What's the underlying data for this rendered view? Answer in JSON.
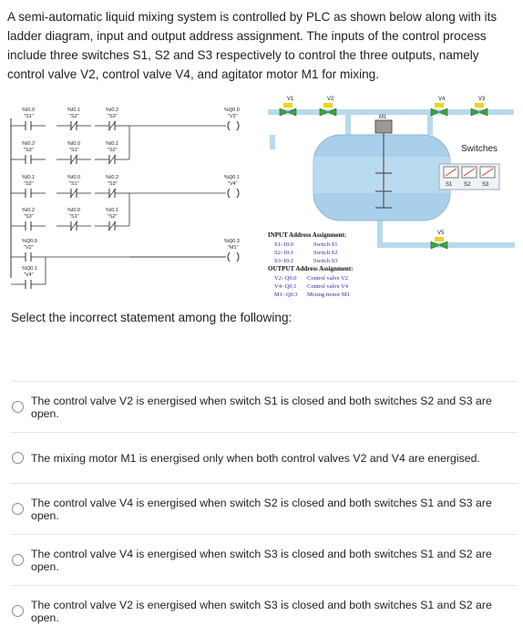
{
  "question": {
    "text": "A semi-automatic liquid mixing system is controlled by PLC as shown below along with its ladder diagram, input and output address assignment. The inputs of the control process include three switches S1, S2 and S3 respectively to control the three outputs, namely control valve V2, control valve V4, and agitator motor M1 for mixing."
  },
  "ladder": {
    "rungs": [
      {
        "contacts": [
          {
            "addr": "%I0.0",
            "tag": "\"S1\""
          },
          {
            "addr": "%I0.1",
            "tag": "\"S2\""
          },
          {
            "addr": "%I0.2",
            "tag": "\"S3\""
          }
        ],
        "coil": {
          "addr": "%Q0.0",
          "tag": "\"V2\""
        }
      },
      {
        "contacts": [
          {
            "addr": "%I0.2",
            "tag": "\"S3\""
          },
          {
            "addr": "%I0.0",
            "tag": "\"S1\""
          },
          {
            "addr": "%I0.1",
            "tag": "\"S2\""
          }
        ]
      },
      {
        "contacts": [
          {
            "addr": "%I0.1",
            "tag": "\"S2\""
          },
          {
            "addr": "%I0.0",
            "tag": "\"S1\""
          },
          {
            "addr": "%I0.2",
            "tag": "\"S3\""
          }
        ],
        "coil": {
          "addr": "%Q0.1",
          "tag": "\"V4\""
        }
      },
      {
        "contacts": [
          {
            "addr": "%I0.2",
            "tag": "\"S3\""
          },
          {
            "addr": "%I0.0",
            "tag": "\"S1\""
          },
          {
            "addr": "%I0.1",
            "tag": "\"S2\""
          }
        ]
      },
      {
        "contacts": [
          {
            "addr": "%Q0.0",
            "tag": "\"V2\""
          }
        ],
        "coil": {
          "addr": "%Q0.3",
          "tag": "\"M1\""
        }
      },
      {
        "contacts": [
          {
            "addr": "%Q0.1",
            "tag": "\"V4\""
          }
        ]
      }
    ]
  },
  "assignment": {
    "input_title": "INPUT Address Assignment:",
    "inputs": [
      {
        "addr": "S1- I0.0",
        "desc": "Switch S1"
      },
      {
        "addr": "S2- I0.1",
        "desc": "Switch S2"
      },
      {
        "addr": "S3- I0.2",
        "desc": "Switch S3"
      }
    ],
    "output_title": "OUTPUT Address Assignment:",
    "outputs": [
      {
        "addr": "V2- Q0.0",
        "desc": "Control valve V2"
      },
      {
        "addr": "V4- Q0.1",
        "desc": "Control valve V4"
      },
      {
        "addr": "M1- Q0.3",
        "desc": "Mixing motor M1"
      }
    ]
  },
  "process": {
    "valve_labels": [
      "V1",
      "V2",
      "V4",
      "V3",
      "V5"
    ],
    "motor_label": "M1",
    "switches_label": "Switches",
    "switch_names": [
      "S1",
      "S2",
      "S3"
    ]
  },
  "prompt": "Select the incorrect statement among the following:",
  "options": [
    "The control valve V2 is energised when switch S1 is closed and both switches S2 and S3 are open.",
    "The mixing motor M1 is energised only when both control valves V2 and V4 are energised.",
    "The control valve V4 is energised when switch S2 is closed and both switches S1 and S3 are open.",
    "The control valve V4 is energised when switch S3 is closed and both switches S1 and S2 are open.",
    "The control valve V2 is energised when switch S3 is closed and both switches S1 and S2 are open."
  ],
  "colors": {
    "valve_yellow": "#f2d21c",
    "valve_green": "#3ea53a",
    "pipe_blue": "#b9d9ee",
    "tank_blue": "#a9cfea",
    "assign_text_blue": "#2a2aa8"
  }
}
